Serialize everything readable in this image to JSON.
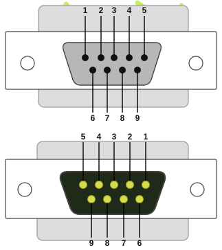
{
  "colors": {
    "background": "#ffffff",
    "shell": "#dcdcdc",
    "shell_edge": "#a8a8a8",
    "outline": "#444444",
    "male_face": "#b7b7b7",
    "female_face": "#1f2a18",
    "male_pin": "#111111",
    "female_socket": "#d6dc4a",
    "leader": "#000000",
    "watermark": "#b9ec45"
  },
  "male_connector": {
    "top_row_labels": [
      "1",
      "2",
      "3",
      "4",
      "5"
    ],
    "bottom_row_labels": [
      "6",
      "7",
      "8",
      "9"
    ]
  },
  "female_connector": {
    "top_row_labels": [
      "5",
      "4",
      "3",
      "2",
      "1"
    ],
    "bottom_row_labels": [
      "9",
      "8",
      "7",
      "6"
    ]
  }
}
